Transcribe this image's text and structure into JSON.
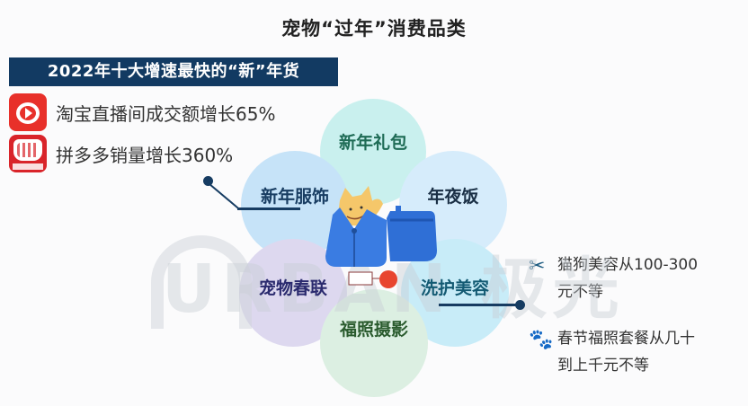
{
  "title": "宠物“过年”消费品类",
  "banner": "2022年十大增速最快的“新”年货",
  "stats": [
    {
      "icon": "taobao-live-icon",
      "text": "淘宝直播间成交额增长65%"
    },
    {
      "icon": "pinduoduo-icon",
      "text": "拼多多销量增长360%"
    }
  ],
  "categories": [
    {
      "label": "新年礼包",
      "color": "#c9f0ee",
      "text_color": "#1e6b55"
    },
    {
      "label": "新年服饰",
      "color": "#c6e3f8",
      "text_color": "#183d62"
    },
    {
      "label": "年夜饭",
      "color": "#d6ecfb",
      "text_color": "#1a2f45"
    },
    {
      "label": "宠物春联",
      "color": "#ddd8ef",
      "text_color": "#2a2a6e"
    },
    {
      "label": "洗护美容",
      "color": "#c8ecf8",
      "text_color": "#135a73"
    },
    {
      "label": "福照摄影",
      "color": "#dcefe2",
      "text_color": "#2a5b2e"
    }
  ],
  "details": [
    {
      "icon": "scissors-icon",
      "lines": [
        "猫狗美容从100-300",
        "元不等"
      ]
    },
    {
      "icon": "paw-prints-icon",
      "lines": [
        "春节福照套餐从几十",
        "到上千元不等"
      ]
    }
  ],
  "watermark": "URBAN 极光",
  "colors": {
    "banner_bg": "#123a62",
    "accent_line": "#163c62",
    "logo_red": "#e8302a"
  }
}
